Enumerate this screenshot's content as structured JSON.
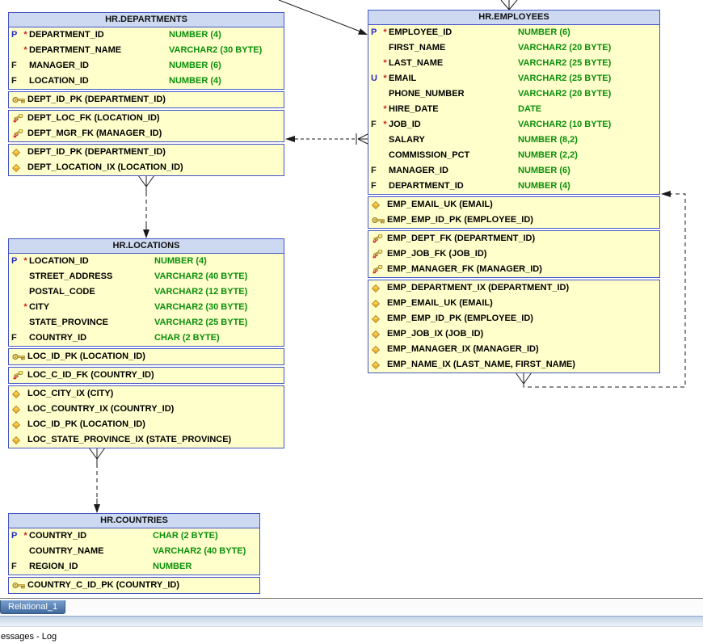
{
  "tables": [
    {
      "id": "departments",
      "title": "HR.DEPARTMENTS",
      "columns": [
        {
          "k": "P",
          "req": "*",
          "name": "DEPARTMENT_ID",
          "type": "NUMBER (4)"
        },
        {
          "k": "",
          "req": "*",
          "name": "DEPARTMENT_NAME",
          "type": "VARCHAR2 (30 BYTE)"
        },
        {
          "k": "F",
          "req": "",
          "name": "MANAGER_ID",
          "type": "NUMBER (6)"
        },
        {
          "k": "F",
          "req": "",
          "name": "LOCATION_ID",
          "type": "NUMBER (4)"
        }
      ],
      "keys": [
        {
          "icon": "key",
          "label": "DEPT_ID_PK (DEPARTMENT_ID)"
        }
      ],
      "fks": [
        {
          "icon": "fk",
          "label": "DEPT_LOC_FK (LOCATION_ID)"
        },
        {
          "icon": "fk",
          "label": "DEPT_MGR_FK (MANAGER_ID)"
        }
      ],
      "indexes": [
        {
          "icon": "diamond",
          "label": "DEPT_ID_PK (DEPARTMENT_ID)"
        },
        {
          "icon": "diamond",
          "label": "DEPT_LOCATION_IX (LOCATION_ID)"
        }
      ]
    },
    {
      "id": "employees",
      "title": "HR.EMPLOYEES",
      "columns": [
        {
          "k": "P",
          "req": "*",
          "name": "EMPLOYEE_ID",
          "type": "NUMBER (6)"
        },
        {
          "k": "",
          "req": "",
          "name": "FIRST_NAME",
          "type": "VARCHAR2 (20 BYTE)"
        },
        {
          "k": "",
          "req": "*",
          "name": "LAST_NAME",
          "type": "VARCHAR2 (25 BYTE)"
        },
        {
          "k": "U",
          "req": "*",
          "name": "EMAIL",
          "type": "VARCHAR2 (25 BYTE)"
        },
        {
          "k": "",
          "req": "",
          "name": "PHONE_NUMBER",
          "type": "VARCHAR2 (20 BYTE)"
        },
        {
          "k": "",
          "req": "*",
          "name": "HIRE_DATE",
          "type": "DATE"
        },
        {
          "k": "F",
          "req": "*",
          "name": "JOB_ID",
          "type": "VARCHAR2 (10 BYTE)"
        },
        {
          "k": "",
          "req": "",
          "name": "SALARY",
          "type": "NUMBER (8,2)"
        },
        {
          "k": "",
          "req": "",
          "name": "COMMISSION_PCT",
          "type": "NUMBER (2,2)"
        },
        {
          "k": "F",
          "req": "",
          "name": "MANAGER_ID",
          "type": "NUMBER (6)"
        },
        {
          "k": "F",
          "req": "",
          "name": "DEPARTMENT_ID",
          "type": "NUMBER (4)"
        }
      ],
      "keys": [
        {
          "icon": "diamond",
          "label": "EMP_EMAIL_UK (EMAIL)"
        },
        {
          "icon": "key",
          "label": "EMP_EMP_ID_PK (EMPLOYEE_ID)"
        }
      ],
      "fks": [
        {
          "icon": "fk",
          "label": "EMP_DEPT_FK (DEPARTMENT_ID)"
        },
        {
          "icon": "fk",
          "label": "EMP_JOB_FK (JOB_ID)"
        },
        {
          "icon": "fk",
          "label": "EMP_MANAGER_FK (MANAGER_ID)"
        }
      ],
      "indexes": [
        {
          "icon": "diamond",
          "label": "EMP_DEPARTMENT_IX (DEPARTMENT_ID)"
        },
        {
          "icon": "diamond",
          "label": "EMP_EMAIL_UK (EMAIL)"
        },
        {
          "icon": "diamond",
          "label": "EMP_EMP_ID_PK (EMPLOYEE_ID)"
        },
        {
          "icon": "diamond",
          "label": "EMP_JOB_IX (JOB_ID)"
        },
        {
          "icon": "diamond",
          "label": "EMP_MANAGER_IX (MANAGER_ID)"
        },
        {
          "icon": "diamond",
          "label": "EMP_NAME_IX (LAST_NAME, FIRST_NAME)"
        }
      ]
    },
    {
      "id": "locations",
      "title": "HR.LOCATIONS",
      "columns": [
        {
          "k": "P",
          "req": "*",
          "name": "LOCATION_ID",
          "type": "NUMBER (4)"
        },
        {
          "k": "",
          "req": "",
          "name": "STREET_ADDRESS",
          "type": "VARCHAR2 (40 BYTE)"
        },
        {
          "k": "",
          "req": "",
          "name": "POSTAL_CODE",
          "type": "VARCHAR2 (12 BYTE)"
        },
        {
          "k": "",
          "req": "*",
          "name": "CITY",
          "type": "VARCHAR2 (30 BYTE)"
        },
        {
          "k": "",
          "req": "",
          "name": "STATE_PROVINCE",
          "type": "VARCHAR2 (25 BYTE)"
        },
        {
          "k": "F",
          "req": "",
          "name": "COUNTRY_ID",
          "type": "CHAR (2 BYTE)"
        }
      ],
      "keys": [
        {
          "icon": "key",
          "label": "LOC_ID_PK (LOCATION_ID)"
        }
      ],
      "fks": [
        {
          "icon": "fk",
          "label": "LOC_C_ID_FK (COUNTRY_ID)"
        }
      ],
      "indexes": [
        {
          "icon": "diamond",
          "label": "LOC_CITY_IX (CITY)"
        },
        {
          "icon": "diamond",
          "label": "LOC_COUNTRY_IX (COUNTRY_ID)"
        },
        {
          "icon": "diamond",
          "label": "LOC_ID_PK (LOCATION_ID)"
        },
        {
          "icon": "diamond",
          "label": "LOC_STATE_PROVINCE_IX (STATE_PROVINCE)"
        }
      ]
    },
    {
      "id": "countries",
      "title": "HR.COUNTRIES",
      "columns": [
        {
          "k": "P",
          "req": "*",
          "name": "COUNTRY_ID",
          "type": "CHAR (2 BYTE)"
        },
        {
          "k": "",
          "req": "",
          "name": "COUNTRY_NAME",
          "type": "VARCHAR2 (40 BYTE)"
        },
        {
          "k": "F",
          "req": "",
          "name": "REGION_ID",
          "type": "NUMBER"
        }
      ],
      "keys": [
        {
          "icon": "key",
          "label": "COUNTRY_C_ID_PK (COUNTRY_ID)"
        }
      ],
      "fks": [],
      "indexes": []
    }
  ],
  "relationships": [
    {
      "between": [
        "HR.DEPARTMENTS",
        "HR.EMPLOYEES"
      ],
      "line": "dashed"
    },
    {
      "between": [
        "HR.DEPARTMENTS",
        "HR.LOCATIONS"
      ],
      "line": "dashed"
    },
    {
      "between": [
        "HR.LOCATIONS",
        "HR.COUNTRIES"
      ],
      "line": "dashed"
    },
    {
      "between": [
        "HR.EMPLOYEES",
        "HR.EMPLOYEES"
      ],
      "line": "dashed",
      "note": "self-reference"
    },
    {
      "between": [
        "HR.EMPLOYEES",
        "off-canvas-top"
      ],
      "line": "solid"
    }
  ],
  "tabs": [
    {
      "label": "Relational_1",
      "active": true
    }
  ],
  "log_panel": {
    "title": "essages - Log"
  },
  "colors": {
    "table_border": "#4456c7",
    "header_bg": "#ccd9f1",
    "body_bg": "#ffffcb",
    "type_text": "#0a8f0a",
    "pk_marker": "#2b2bc4",
    "mandatory_marker": "#cc2222"
  }
}
